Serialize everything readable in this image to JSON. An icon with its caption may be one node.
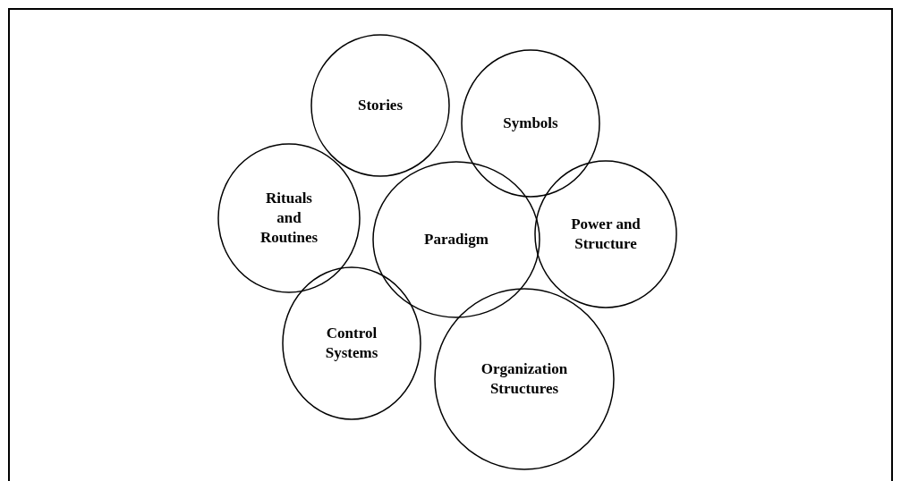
{
  "diagram": {
    "nodes": [
      {
        "text": [
          "Stories"
        ]
      },
      {
        "text": [
          "Symbols"
        ]
      },
      {
        "text": [
          "Rituals and Routines"
        ]
      },
      {
        "text": [
          "Paradigm"
        ]
      },
      {
        "text": [
          "Power and Structure"
        ]
      },
      {
        "text": [
          "Control Systems"
        ]
      },
      {
        "text": [
          "Organization Structures"
        ]
      }
    ]
  }
}
